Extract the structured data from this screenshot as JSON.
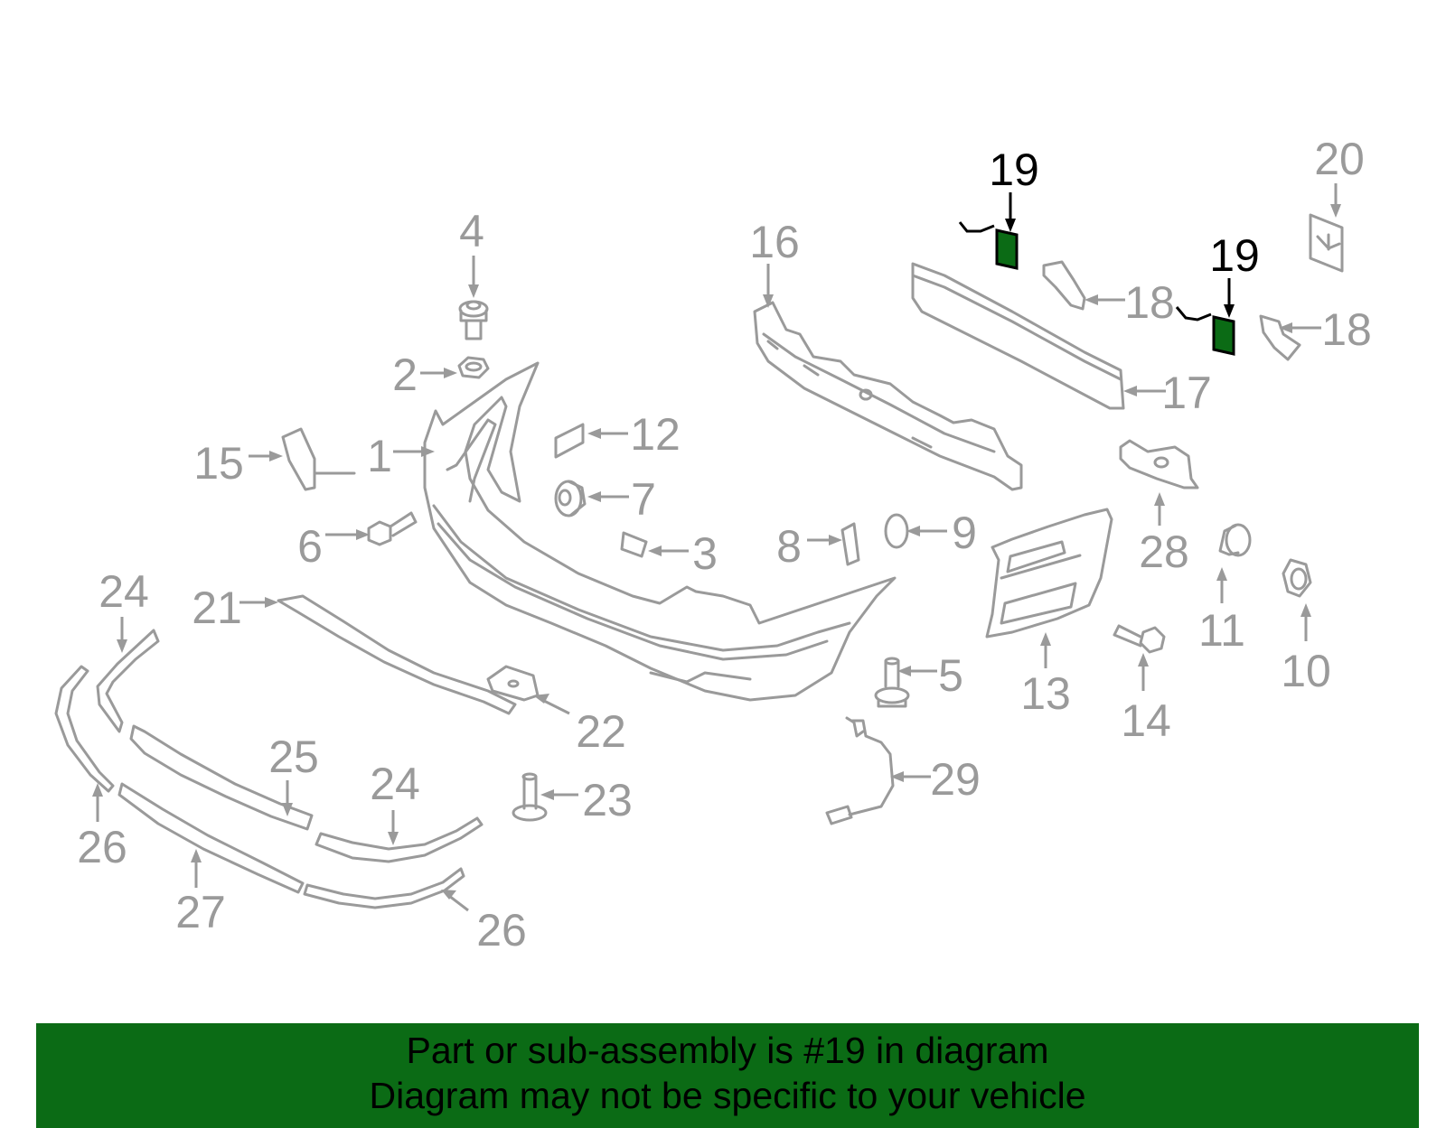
{
  "highlight_color": "#0b6b15",
  "part_stroke_color": "#9a9a9a",
  "highlighted_part": "19",
  "callouts": {
    "c1": "1",
    "c2": "2",
    "c3": "3",
    "c4": "4",
    "c5": "5",
    "c6": "6",
    "c7": "7",
    "c8": "8",
    "c9": "9",
    "c10": "10",
    "c11": "11",
    "c12": "12",
    "c13": "13",
    "c14": "14",
    "c15": "15",
    "c16": "16",
    "c17": "17",
    "c18a": "18",
    "c18b": "18",
    "c19a": "19",
    "c19b": "19",
    "c20": "20",
    "c21": "21",
    "c22": "22",
    "c23": "23",
    "c24a": "24",
    "c24b": "24",
    "c25": "25",
    "c26a": "26",
    "c26b": "26",
    "c27": "27",
    "c28": "28",
    "c29": "29"
  },
  "banner": {
    "line1": "Part or sub-assembly is #19 in diagram",
    "line2": "Diagram may not be specific to your vehicle"
  }
}
